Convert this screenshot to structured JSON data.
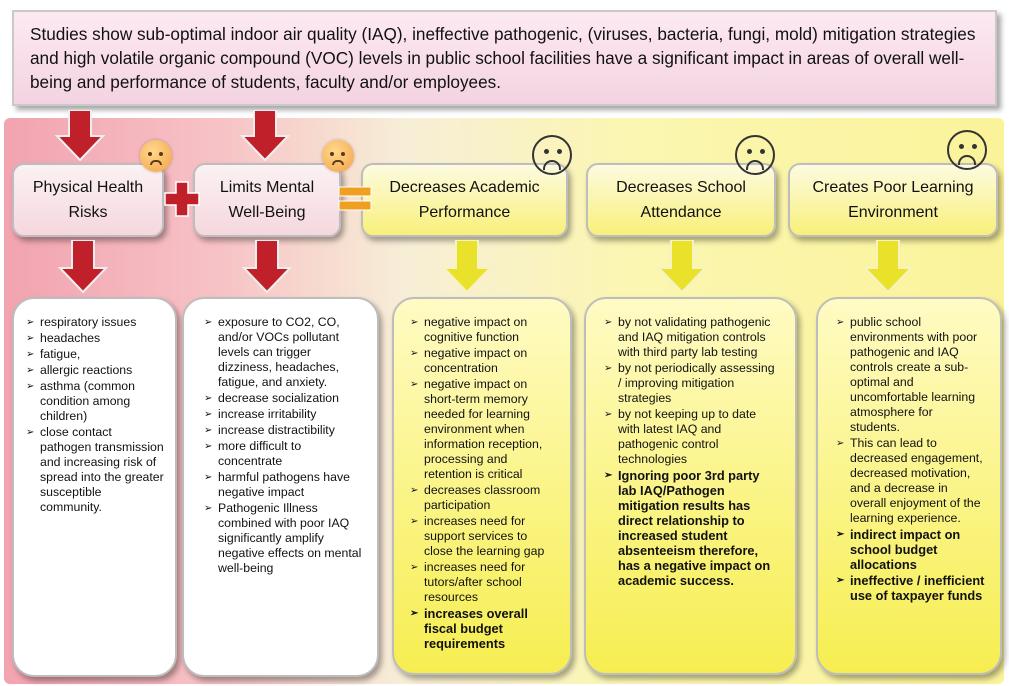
{
  "banner": {
    "text": "Studies show sub-optimal indoor air quality (IAQ),  ineffective pathogenic, (viruses, bacteria, fungi, mold) mitigation strategies and high volatile organic compound (VOC) levels in public school facilities have a significant impact in areas of overall well-being and performance of students, faculty and/or employees."
  },
  "headers": [
    {
      "label": "Physical Health Risks"
    },
    {
      "label": "Limits Mental Well-Being"
    },
    {
      "label": "Decreases Academic Performance"
    },
    {
      "label": "Decreases School Attendance"
    },
    {
      "label": "Creates Poor Learning Environment"
    }
  ],
  "operators": {
    "plus": "+",
    "equals": "="
  },
  "panels": [
    {
      "items": [
        {
          "text": "respiratory issues",
          "bold": false
        },
        {
          "text": "headaches",
          "bold": false
        },
        {
          "text": "fatigue,",
          "bold": false
        },
        {
          "text": "allergic reactions",
          "bold": false
        },
        {
          "text": "asthma (common condition among children)",
          "bold": false
        },
        {
          "text": "close contact pathogen transmission and increasing risk of spread into the greater susceptible community.",
          "bold": false
        }
      ]
    },
    {
      "items": [
        {
          "text": "exposure to CO2, CO, and/or VOCs pollutant levels can trigger dizziness, headaches, fatigue, and anxiety.",
          "bold": false
        },
        {
          "text": "decrease socialization",
          "bold": false
        },
        {
          "text": "increase irritability",
          "bold": false
        },
        {
          "text": "increase distractibility",
          "bold": false
        },
        {
          "text": "more difficult to concentrate",
          "bold": false
        },
        {
          "text": "harmful pathogens have negative impact",
          "bold": false
        },
        {
          "text": "Pathogenic Illness combined with poor IAQ significantly amplify negative effects on mental well-being",
          "bold": false
        }
      ]
    },
    {
      "items": [
        {
          "text": "negative impact on cognitive function",
          "bold": false
        },
        {
          "text": "negative impact on concentration",
          "bold": false
        },
        {
          "text": "negative impact on short-term memory needed for learning environment when information reception, processing and retention is critical",
          "bold": false
        },
        {
          "text": "decreases classroom participation",
          "bold": false
        },
        {
          "text": "increases need for support services to close the learning gap",
          "bold": false
        },
        {
          "text": "increases need for tutors/after school resources",
          "bold": false
        },
        {
          "text": "increases overall fiscal budget requirements",
          "bold": true
        }
      ]
    },
    {
      "items": [
        {
          "text": "by not validating pathogenic and IAQ mitigation controls with third party lab testing",
          "bold": false
        },
        {
          "text": "by not periodically assessing / improving mitigation strategies",
          "bold": false
        },
        {
          "text": "by not keeping up to date with latest IAQ and pathogenic control technologies",
          "bold": false
        },
        {
          "text": "Ignoring poor 3rd party lab IAQ/Pathogen mitigation results has direct relationship to increased student absenteeism therefore, has a negative impact on academic success.",
          "bold": true
        }
      ]
    },
    {
      "items": [
        {
          "text": "public school environments with poor pathogenic and IAQ controls create a sub-optimal and uncomfortable learning atmosphere for students.",
          "bold": false
        },
        {
          "text": "This can lead to decreased engagement, decreased motivation, and a decrease in overall enjoyment of the learning experience.",
          "bold": false
        },
        {
          "text": "indirect impact on school budget allocations",
          "bold": true
        },
        {
          "text": "ineffective / inefficient use of taxpayer funds",
          "bold": true
        }
      ]
    }
  ],
  "colors": {
    "red_arrow": "#c0202a",
    "yellow_arrow": "#e9e12a",
    "plus": "#c0202a",
    "equals": "#f0a020"
  }
}
